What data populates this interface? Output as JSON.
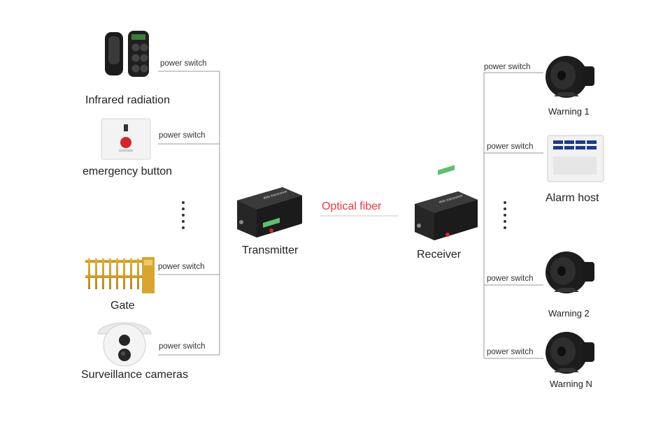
{
  "inputs": {
    "infrared_label": "Infrared radiation",
    "emergency_label": "emergency button",
    "gate_label": "Gate",
    "camera_label": "Surveillance cameras"
  },
  "outputs": {
    "warning1_label": "Warning 1",
    "alarm_host_label": "Alarm host",
    "warning2_label": "Warning 2",
    "warningN_label": "Warning N"
  },
  "links": {
    "switch_label": "power switch",
    "fiber_label": "Optical fiber"
  },
  "devices": {
    "transmitter_label": "Transmitter",
    "receiver_label": "Receiver"
  },
  "colors": {
    "fiber_text": "#e8383d",
    "line": "#9a9a9a",
    "device_body": "#1e1e1e",
    "terminal": "#5fbf6f"
  }
}
